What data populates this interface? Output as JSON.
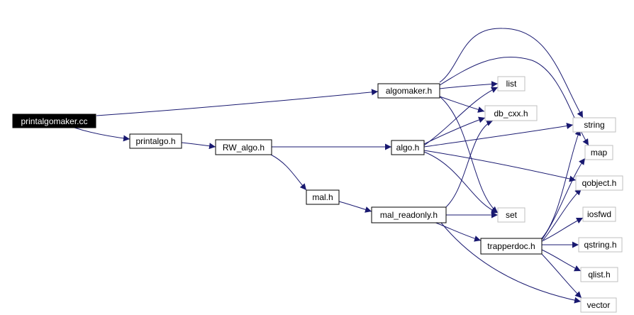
{
  "graph": {
    "nodes": {
      "printalgomaker_cc": "printalgomaker.cc",
      "printalgo_h": "printalgo.h",
      "rw_algo_h": "RW_algo.h",
      "algomaker_h": "algomaker.h",
      "algo_h": "algo.h",
      "mal_h": "mal.h",
      "mal_readonly_h": "mal_readonly.h",
      "trapperdoc_h": "trapperdoc.h",
      "list": "list",
      "db_cxx_h": "db_cxx.h",
      "string": "string",
      "map": "map",
      "qobject_h": "qobject.h",
      "set": "set",
      "iosfwd": "iosfwd",
      "qstring_h": "qstring.h",
      "qlist_h": "qlist.h",
      "vector": "vector"
    },
    "edge_color": "#191970",
    "root_fill": "#000000",
    "external_border": "#bfbfbf"
  }
}
